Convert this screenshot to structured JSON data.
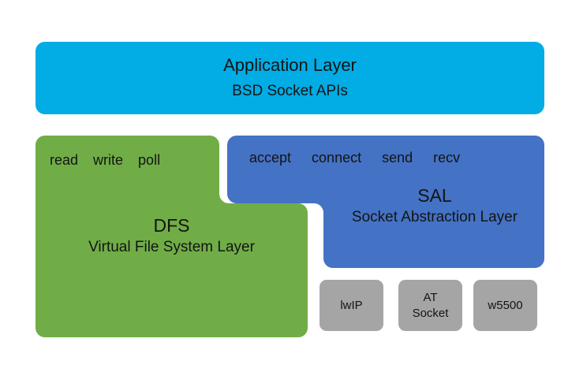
{
  "diagram": {
    "colors": {
      "application_layer": "#02ACE4",
      "dfs": "#70AD47",
      "sal": "#4472C4",
      "driver": "#A5A5A5",
      "background": "#FFFFFF",
      "text": "#141414"
    },
    "application_layer": {
      "title": "Application Layer",
      "subtitle": "BSD Socket APIs"
    },
    "dfs": {
      "title": "DFS",
      "subtitle": "Virtual File System Layer",
      "apis": [
        "read",
        "write",
        "poll"
      ]
    },
    "sal": {
      "title": "SAL",
      "subtitle": "Socket Abstraction Layer",
      "apis": [
        "accept",
        "connect",
        "send",
        "recv"
      ]
    },
    "drivers": [
      {
        "line1": "lwIP",
        "line2": ""
      },
      {
        "line1": "AT",
        "line2": "Socket"
      },
      {
        "line1": "w5500",
        "line2": ""
      }
    ]
  }
}
